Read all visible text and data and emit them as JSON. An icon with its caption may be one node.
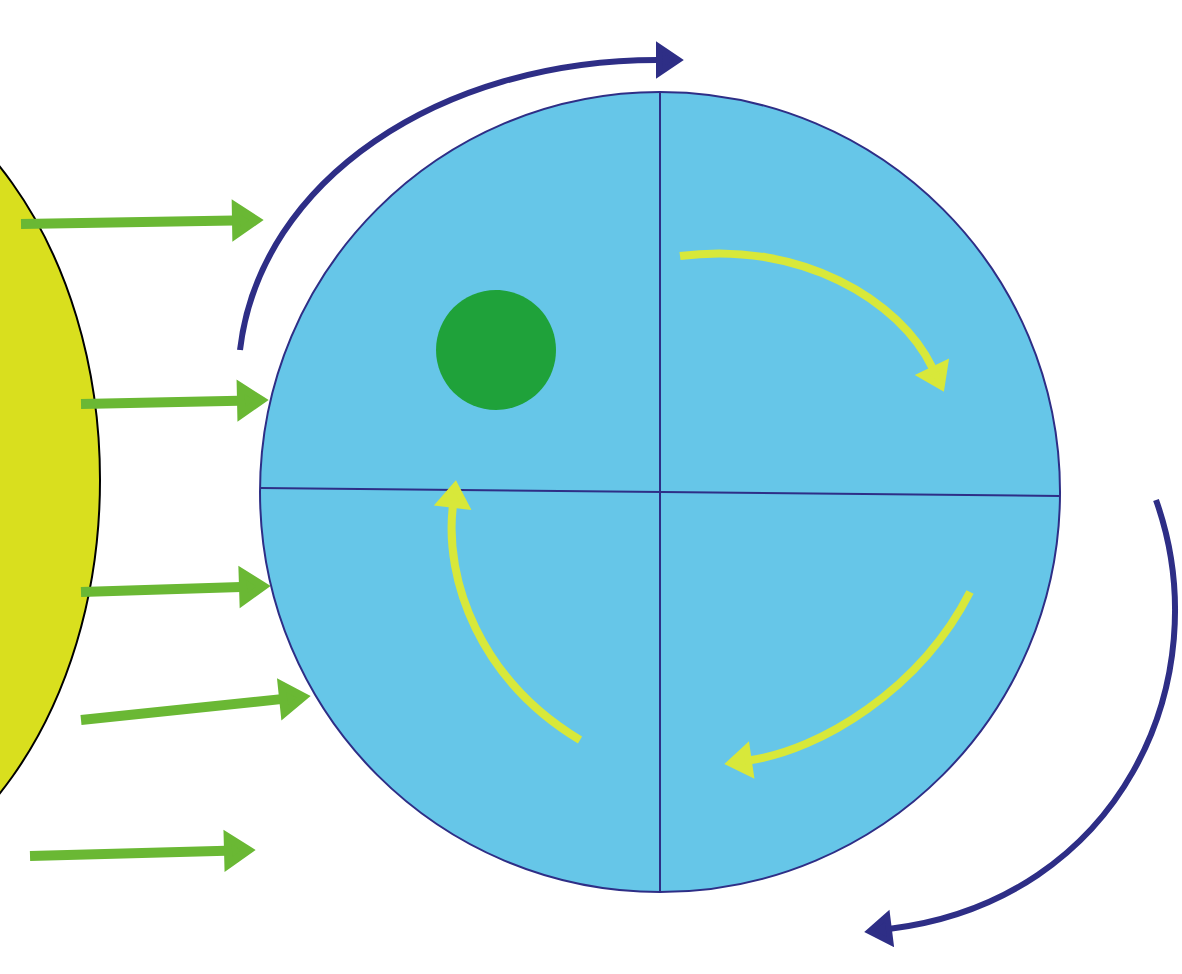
{
  "diagram": {
    "nodes": [
      {
        "text": [],
        "shape": "circle"
      },
      {
        "text": [],
        "shape": "circle"
      }
    ],
    "edges": [
      {
        "from": 0,
        "to": null,
        "arrow": "to"
      },
      {
        "from": 0,
        "to": 1,
        "arrow": "to"
      },
      {
        "from": 0,
        "to": 1,
        "arrow": "to"
      },
      {
        "from": 0,
        "to": 1,
        "arrow": "to"
      }
    ]
  }
}
